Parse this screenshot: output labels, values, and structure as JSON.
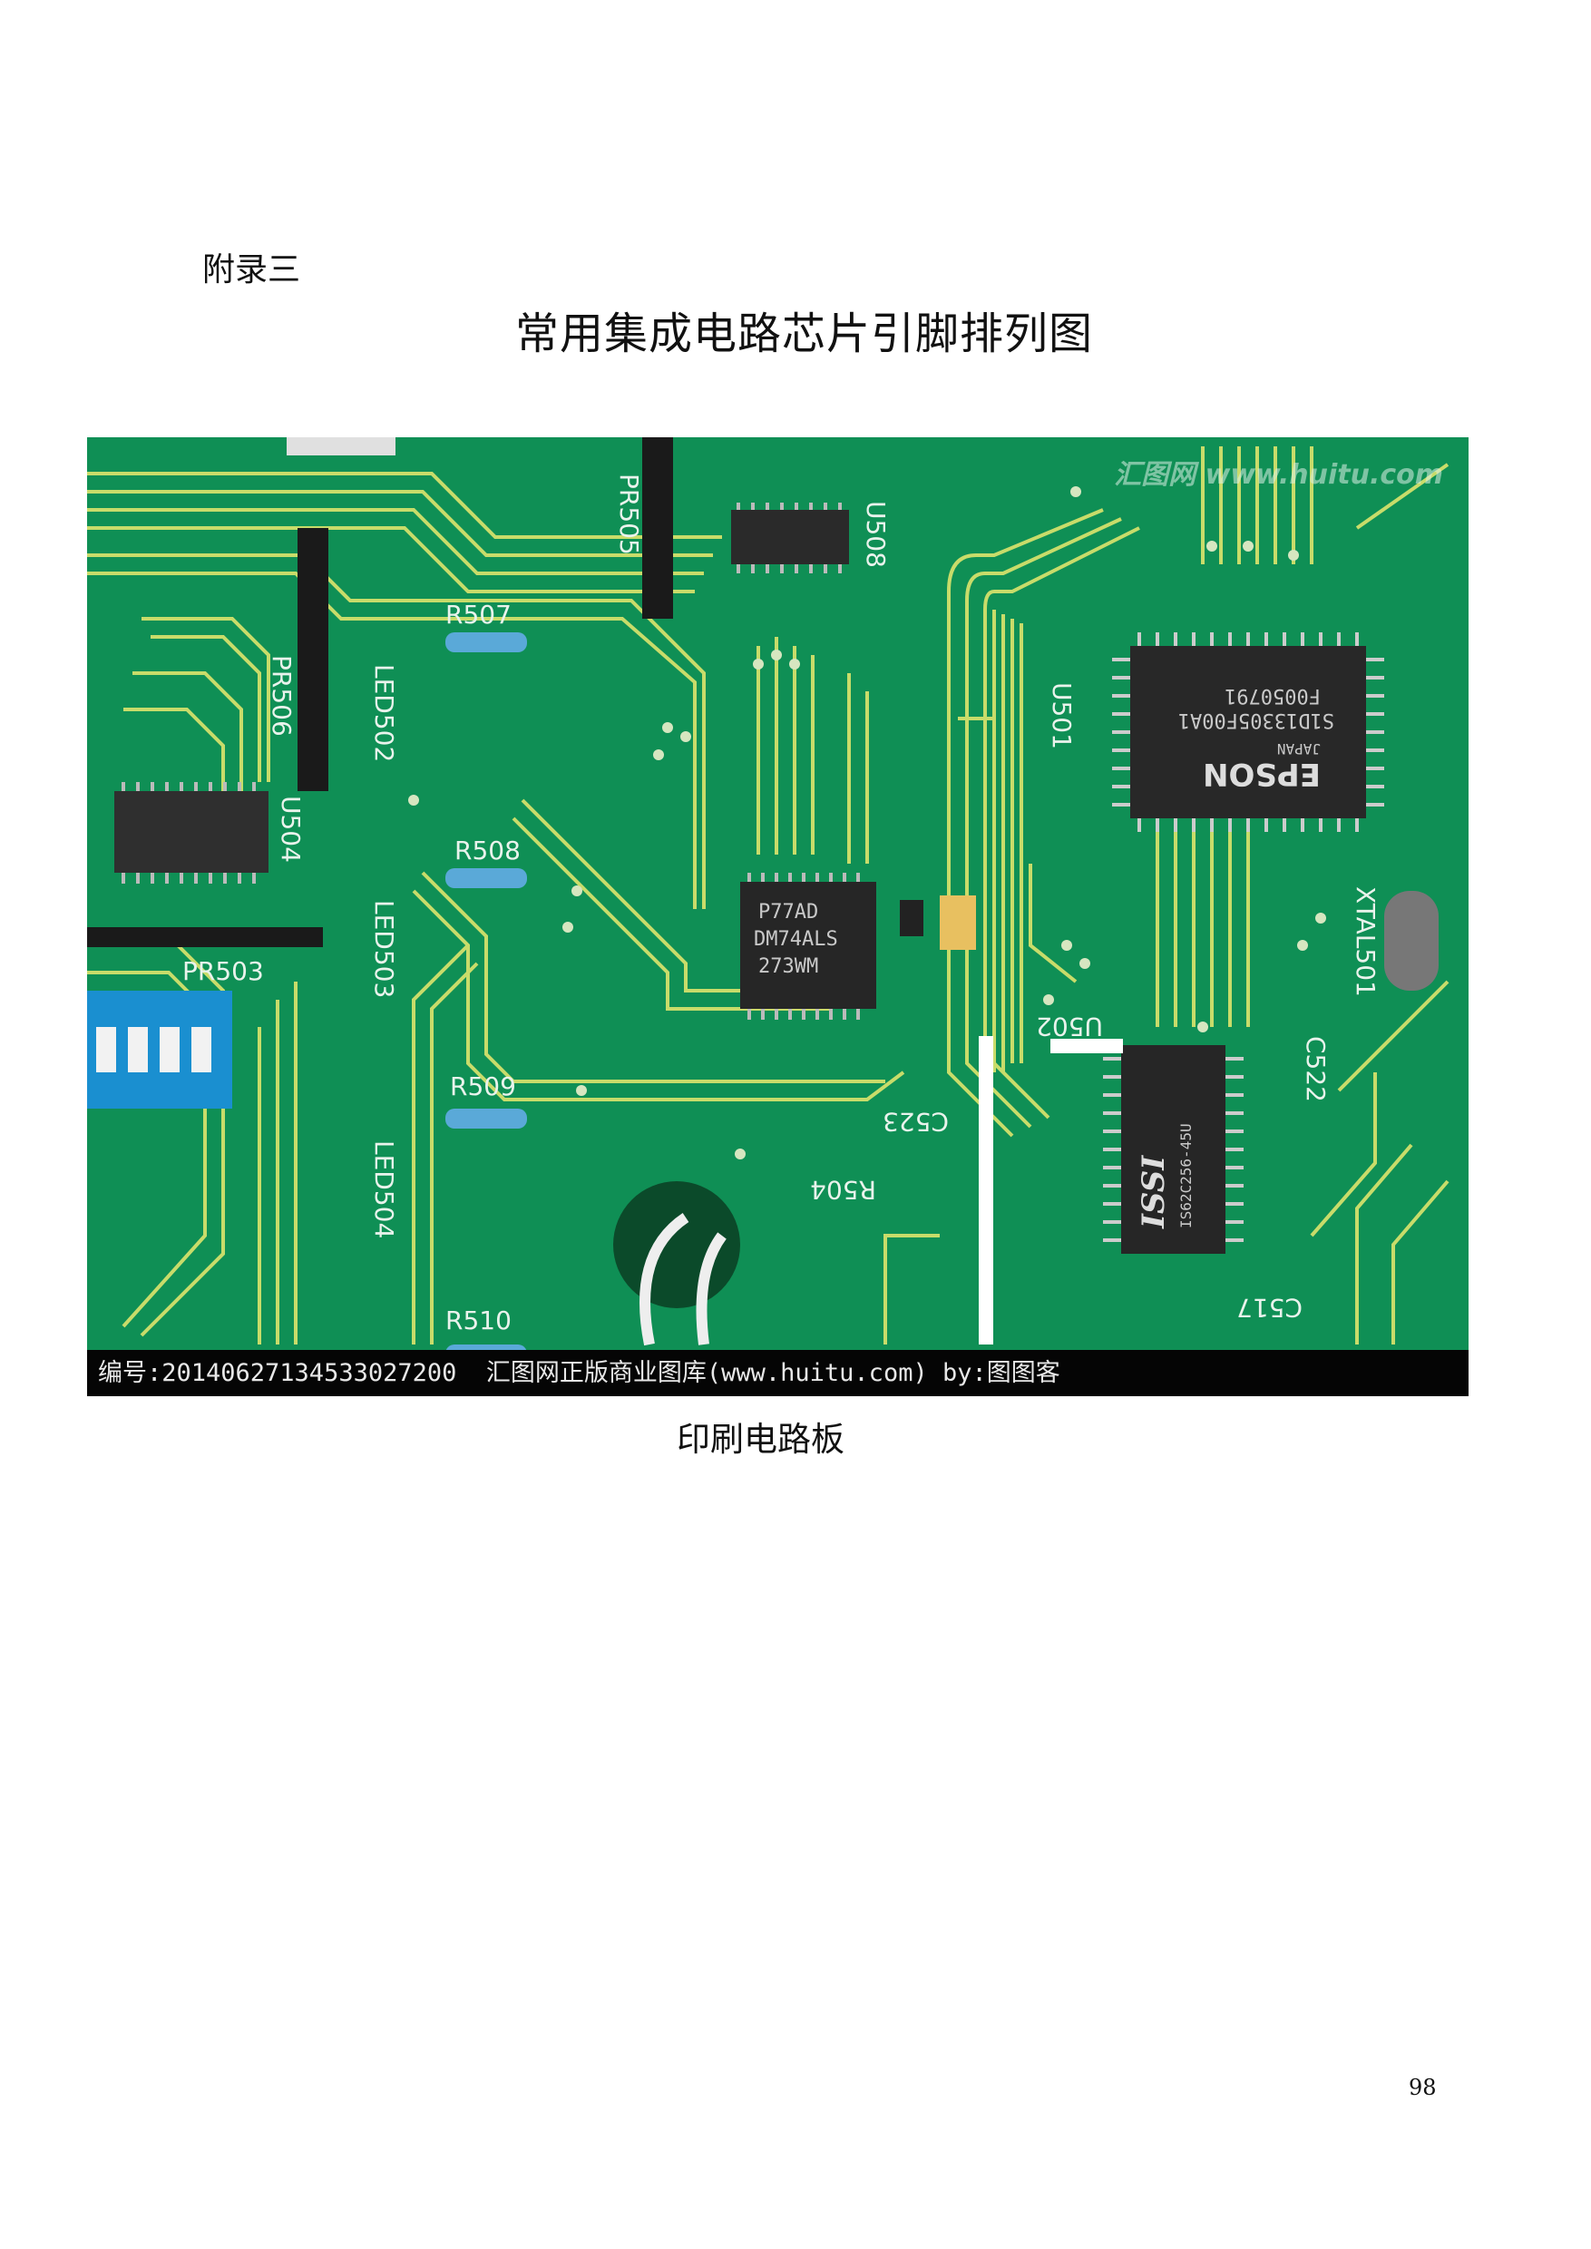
{
  "page": {
    "appendix_label": "附录三",
    "title": "常用集成电路芯片引脚排列图",
    "caption": "印刷电路板",
    "page_number": "98"
  },
  "photo": {
    "watermark": "汇图网 www.huitu.com",
    "banner": "编号:20140627134533027200  汇图网正版商业图库(www.huitu.com) by:图图客",
    "board_labels": [
      "R507",
      "R508",
      "R509",
      "R510",
      "LED502",
      "LED503",
      "LED504",
      "PR503",
      "PR506",
      "PR505",
      "U504",
      "U508",
      "U501",
      "U502",
      "C523",
      "R504",
      "C517",
      "XTAL501",
      "C522"
    ],
    "chip_labels": {
      "dm74": [
        "P77AD",
        "DM74ALS",
        "273WM"
      ],
      "epson": [
        "EPSON",
        "JAPAN",
        "S1D13305F00A1",
        "F0050791"
      ],
      "issi": [
        "ISSI",
        "IS62C256-45U"
      ]
    },
    "colors": {
      "board": "#0f8f55",
      "trace": "#c8dc6a",
      "chip": "#2a2a2a"
    }
  }
}
